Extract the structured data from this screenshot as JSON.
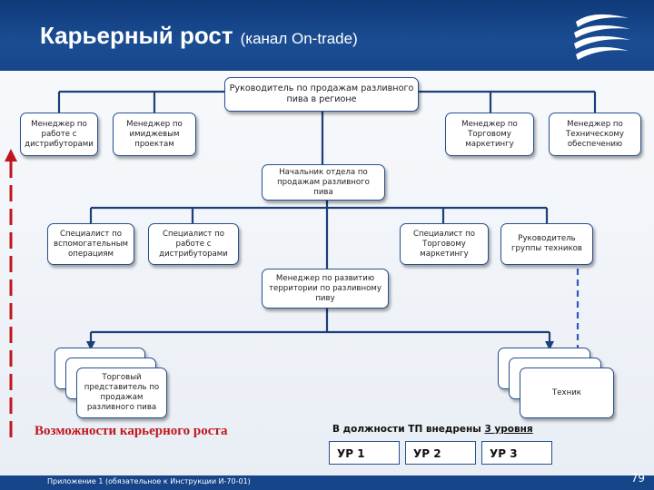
{
  "header": {
    "title": "Карьерный рост",
    "subtitle": "(канал On-trade)"
  },
  "org": {
    "head": "Руководитель по продажам разливного пива в регионе",
    "level1": [
      "Менеджер по работе с дистрибуторами",
      "Менеджер по имиджевым проектам",
      "Менеджер по Торговому маркетингу",
      "Менеджер по Техническому обеспечению"
    ],
    "dept_head": "Начальник отдела по продажам разливного пива",
    "level2": [
      "Специалист по вспомогательным операциям",
      "Специалист по работе с дистрибуторами",
      "Специалист по Торговому маркетингу",
      "Руководитель группы техников"
    ],
    "territory_manager": "Менеджер по развитию территории по разливному пиву",
    "sales_rep": "Торговый представитель по продажам разливного пива",
    "technician": "Техник"
  },
  "career_opportunities": "Возможности карьерного роста",
  "levels": {
    "note_prefix": "В должности ТП внедрены ",
    "note_count": "3 уровня",
    "items": [
      "УР 1",
      "УР 2",
      "УР 3"
    ]
  },
  "footer": {
    "note": "Приложение 1 (обязательное к Инструкции И-70-01)",
    "page": "79"
  },
  "colors": {
    "header_bg": "#17458a",
    "box_border": "#26508e",
    "connector": "#1c3f78",
    "career_arrow": "#c0161d",
    "tech_arrow": "#2d5bb5"
  }
}
